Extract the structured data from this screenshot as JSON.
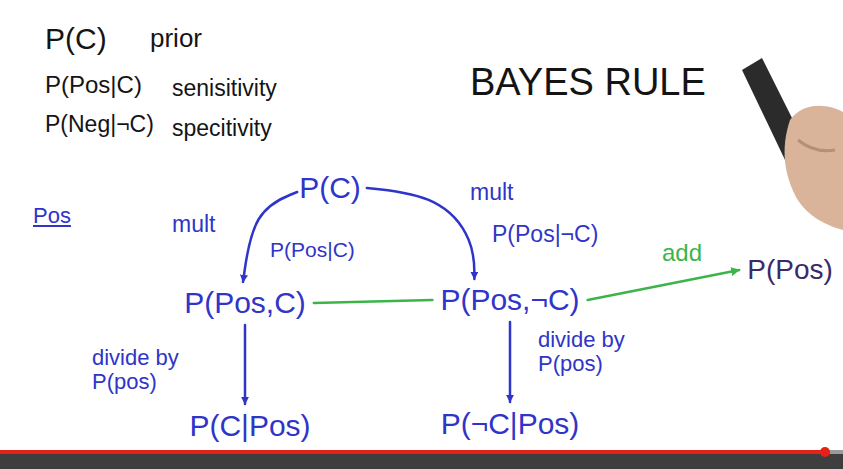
{
  "diagram": {
    "title": "BAYES RULE",
    "nodes": [
      {
        "text": [
          "P(C)"
        ]
      },
      {
        "text": [
          "P(Pos,C)"
        ]
      },
      {
        "text": [
          "P(Pos,¬C)"
        ]
      },
      {
        "text": [
          "P(Pos)"
        ]
      },
      {
        "text": [
          "P(C|Pos)"
        ]
      },
      {
        "text": [
          "P(¬C|Pos)"
        ]
      }
    ],
    "edges": [
      {
        "from": 0,
        "to": 1,
        "arrow": "to",
        "label": "mult"
      },
      {
        "from": 0,
        "to": 2,
        "arrow": "to",
        "label": "mult"
      },
      {
        "from": 1,
        "to": 2,
        "arrow": "none"
      },
      {
        "from": 2,
        "to": 3,
        "arrow": "to",
        "label": "add"
      },
      {
        "from": 1,
        "to": 4,
        "arrow": "to",
        "label": "divide by P(pos)"
      },
      {
        "from": 2,
        "to": 5,
        "arrow": "to",
        "label": "divide by P(pos)"
      }
    ],
    "labels": [
      "P(C)",
      "prior",
      "P(Pos|C)",
      "senisitivity",
      "P(Neg|¬C)",
      "specitivity",
      "Pos",
      "P(Pos|C)",
      "P(Pos|¬C)"
    ]
  }
}
